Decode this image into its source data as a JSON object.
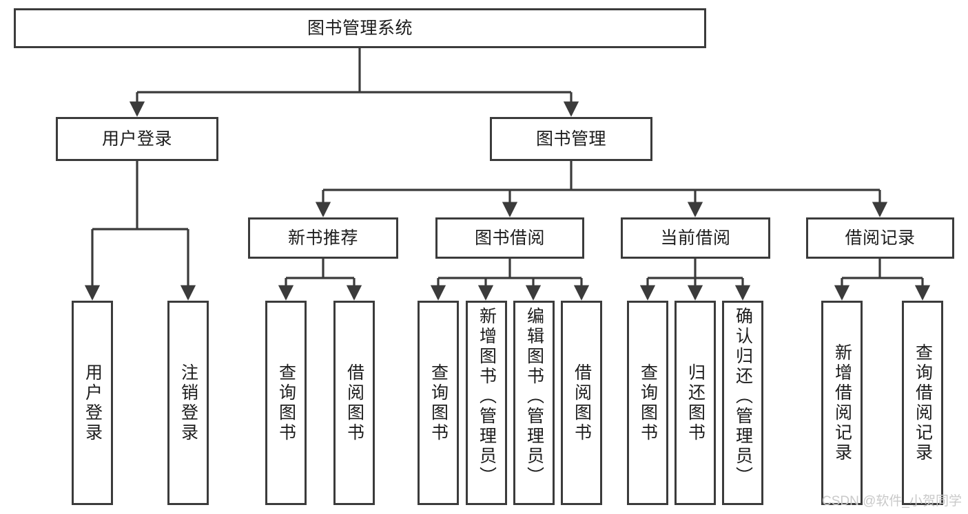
{
  "diagram": {
    "type": "tree-structure-chart",
    "title": "图书管理系统",
    "line_color": "#3b3b3b",
    "box_fill": "#ffffff",
    "text_color": "#1c1c1c",
    "watermark": "CSDN @软件_小贺同学",
    "levels": 4,
    "nodes": {
      "root": {
        "label": "图书管理系统"
      },
      "l2": [
        {
          "id": "user-login",
          "label": "用户登录"
        },
        {
          "id": "book-manage",
          "label": "图书管理"
        }
      ],
      "l3": [
        {
          "id": "new-book-recommend",
          "label": "新书推荐"
        },
        {
          "id": "book-borrow",
          "label": "图书借阅"
        },
        {
          "id": "current-borrow",
          "label": "当前借阅"
        },
        {
          "id": "borrow-record",
          "label": "借阅记录"
        }
      ],
      "leaves": {
        "user_login": [
          {
            "id": "leaf-user-login",
            "label": "用户登录"
          },
          {
            "id": "leaf-user-logout",
            "label": "注销登录"
          }
        ],
        "new_book_recommend": [
          {
            "id": "leaf-query-book-1",
            "label": "查询图书"
          },
          {
            "id": "leaf-borrow-book-1",
            "label": "借阅图书"
          }
        ],
        "book_borrow": [
          {
            "id": "leaf-query-book-2",
            "label": "查询图书"
          },
          {
            "id": "leaf-add-book",
            "label": "新增图书（管理员）"
          },
          {
            "id": "leaf-edit-book",
            "label": "编辑图书（管理员）"
          },
          {
            "id": "leaf-borrow-book-2",
            "label": "借阅图书"
          }
        ],
        "current_borrow": [
          {
            "id": "leaf-query-book-3",
            "label": "查询图书"
          },
          {
            "id": "leaf-return-book",
            "label": "归还图书"
          },
          {
            "id": "leaf-confirm-return",
            "label": "确认归还（管理员）"
          }
        ],
        "borrow_record": [
          {
            "id": "leaf-add-record",
            "label": "新增借阅记录"
          },
          {
            "id": "leaf-query-record",
            "label": "查询借阅记录"
          }
        ]
      }
    }
  },
  "chart_data": {
    "type": "table",
    "title": "图书管理系统功能结构图",
    "hierarchy": [
      {
        "level": 1,
        "label": "图书管理系统",
        "children": [
          {
            "level": 2,
            "label": "用户登录",
            "children": [
              {
                "level": 3,
                "label": "用户登录"
              },
              {
                "level": 3,
                "label": "注销登录"
              }
            ]
          },
          {
            "level": 2,
            "label": "图书管理",
            "children": [
              {
                "level": 3,
                "label": "新书推荐",
                "children": [
                  {
                    "level": 4,
                    "label": "查询图书"
                  },
                  {
                    "level": 4,
                    "label": "借阅图书"
                  }
                ]
              },
              {
                "level": 3,
                "label": "图书借阅",
                "children": [
                  {
                    "level": 4,
                    "label": "查询图书"
                  },
                  {
                    "level": 4,
                    "label": "新增图书（管理员）"
                  },
                  {
                    "level": 4,
                    "label": "编辑图书（管理员）"
                  },
                  {
                    "level": 4,
                    "label": "借阅图书"
                  }
                ]
              },
              {
                "level": 3,
                "label": "当前借阅",
                "children": [
                  {
                    "level": 4,
                    "label": "查询图书"
                  },
                  {
                    "level": 4,
                    "label": "归还图书"
                  },
                  {
                    "level": 4,
                    "label": "确认归还（管理员）"
                  }
                ]
              },
              {
                "level": 3,
                "label": "借阅记录",
                "children": [
                  {
                    "level": 4,
                    "label": "新增借阅记录"
                  },
                  {
                    "level": 4,
                    "label": "查询借阅记录"
                  }
                ]
              }
            ]
          }
        ]
      }
    ]
  }
}
